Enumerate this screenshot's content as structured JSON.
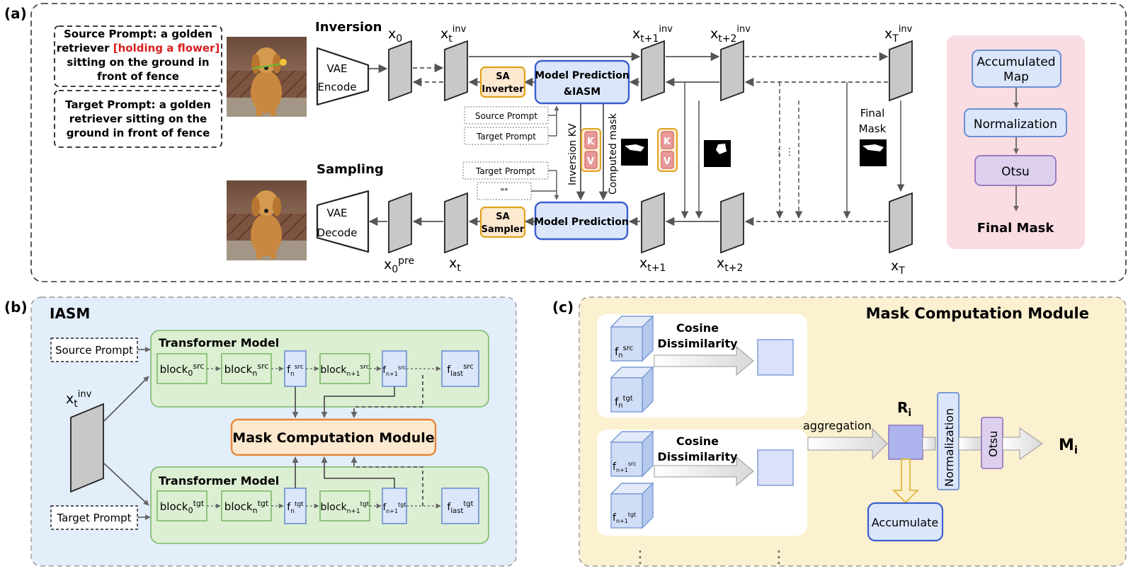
{
  "labels": {
    "a": "(a)",
    "b": "(b)",
    "c": "(c)"
  },
  "part_a": {
    "source_prompt": {
      "prefix": "Source Prompt: a golden",
      "line2_pre": "retriever ",
      "highlight": "[holding a flower]",
      "line3": "sitting on the ground in",
      "line4": "front of fence"
    },
    "target_prompt": {
      "line1": "Target Prompt: a golden",
      "line2": "retriever sitting on the",
      "line3": "ground in front of fence"
    },
    "inversion_title": "Inversion",
    "sampling_title": "Sampling",
    "vae_encode": [
      "VAE",
      "Encode"
    ],
    "vae_decode": [
      "VAE",
      "Decode"
    ],
    "latents_top": {
      "x0": "x",
      "x0_sub": "0",
      "xt": "x",
      "xt_sub": "t",
      "xt_sup": "inv",
      "xt1": "x",
      "xt1_sub": "t+1",
      "xt1_sup": "inv",
      "xt2": "x",
      "xt2_sub": "t+2",
      "xt2_sup": "inv",
      "xT": "x",
      "xT_sub": "T",
      "xT_sup": "inv"
    },
    "latents_bottom": {
      "x0": "x",
      "x0_sub": "0",
      "x0_sup": "pre",
      "xt": "x",
      "xt_sub": "t",
      "xt1": "x",
      "xt1_sub": "t+1",
      "xt2": "x",
      "xt2_sub": "t+2",
      "xT": "x",
      "xT_sub": "T"
    },
    "sa_inverter": [
      "SA",
      "Inverter"
    ],
    "sa_sampler": [
      "SA",
      "Sampler"
    ],
    "model_pred_iasm": [
      "Model Prediction",
      "&IASM"
    ],
    "model_pred": "Model Prediction",
    "source_prompt_tag": "Source Prompt",
    "target_prompt_tag": "Target Prompt",
    "target_prompt_tag2": "Target Prompt",
    "empty_prompt": "\"\"",
    "inversion_kv": "Inversion KV",
    "computed_mask": "Computed mask",
    "kv": [
      "K",
      "V"
    ],
    "final_mask": [
      "Final",
      "Mask"
    ],
    "side": {
      "accumulated": [
        "Accumulated",
        "Map"
      ],
      "normalization": "Normalization",
      "otsu": "Otsu",
      "final": "Final Mask"
    }
  },
  "part_b": {
    "title": "IASM",
    "source_prompt": "Source Prompt",
    "target_prompt": "Target Prompt",
    "transformer_top": "Transformer Model",
    "transformer_bottom": "Transformer Model",
    "x_label": "x",
    "x_sub": "t",
    "x_sup": "inv",
    "mcm": "Mask Computation Module",
    "block": "block",
    "f": "f",
    "sub0": "0",
    "subn": "n",
    "subn1": "n+1",
    "sublast": "last",
    "src": "src",
    "tgt": "tgt"
  },
  "part_c": {
    "title": "Mask Computation Module",
    "cosine": [
      "Cosine",
      "Dissimilarity"
    ],
    "aggregation": "aggregation",
    "R": "R",
    "R_sub": "i",
    "normalization": "Normalization",
    "otsu": "Otsu",
    "M": "M",
    "M_sub": "i",
    "accumulate": "Accumulate",
    "f": "f",
    "subn": "n",
    "subn1": "n+1",
    "src": "src",
    "tgt": "tgt"
  },
  "colors": {
    "blue_box": "#dbe6fb",
    "blue_stroke": "#3a5fcd",
    "green_fill": "#dcefd2",
    "green_stroke": "#7cb96a",
    "orange_fill": "#fde9cf",
    "orange_stroke": "#e8863a",
    "yellow_bg": "#fbf0cf",
    "pink_bg": "#f9dde3",
    "panel_b_bg": "#e3eefb",
    "purple_fill": "#ddd0ee",
    "purple_stroke": "#9b7bbf",
    "red": "#d81e1e"
  }
}
